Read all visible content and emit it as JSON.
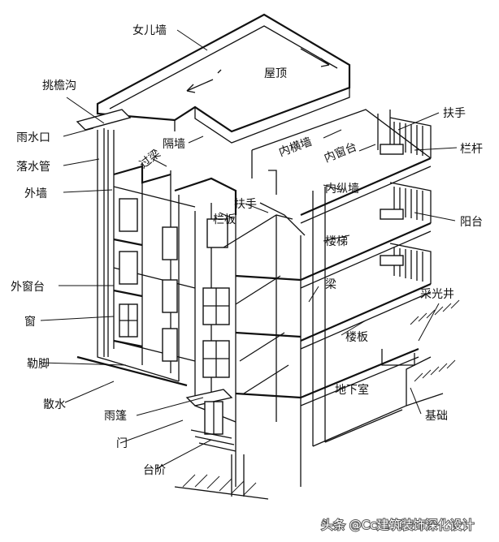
{
  "labels": {
    "parapet": "女儿墙",
    "roof": "屋顶",
    "eave_gutter": "挑檐沟",
    "rain_outlet": "雨水口",
    "downpipe": "落水管",
    "lintel": "过梁",
    "partition": "隔墙",
    "inner_cross_wall": "内横墙",
    "inner_sill": "内窗台",
    "handrail_top": "扶手",
    "railing": "栏杆",
    "outer_wall": "外墙",
    "inner_long_wall": "内纵墙",
    "handrail_mid": "扶手",
    "baluster_panel": "栏板",
    "balcony": "阳台",
    "stairs": "楼梯",
    "outer_sill": "外窗台",
    "skylight_well": "采光井",
    "beam": "梁",
    "window": "窗",
    "floor_slab": "楼板",
    "plinth": "勒脚",
    "basement": "地下室",
    "apron": "散水",
    "canopy": "雨篷",
    "foundation": "基础",
    "door": "门",
    "steps": "台阶"
  },
  "watermark": "头条 @Cc建筑装饰深化设计"
}
